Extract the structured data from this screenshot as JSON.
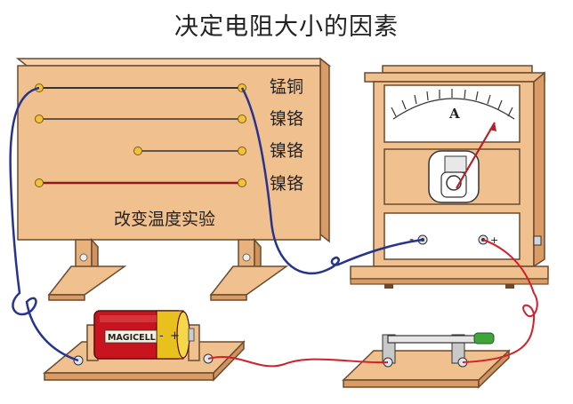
{
  "title": "决定电阻大小的因素",
  "board": {
    "wires": [
      {
        "label": "锰铜"
      },
      {
        "label": "镍铬"
      },
      {
        "label": "镍铬"
      },
      {
        "label": "镍铬"
      }
    ],
    "caption": "改变温度实验"
  },
  "ammeter": {
    "unit_label": "A",
    "neg_terminal": "-",
    "pos_terminal": "+"
  },
  "battery": {
    "brand": "MAGICELL",
    "minus_sign": "-",
    "plus_sign": "+"
  },
  "colors": {
    "wood": "#f1c08f",
    "wood_edge": "#6b4a2e",
    "blue_wire": "#27348f",
    "red_wire": "#d0202a",
    "battery_red": "#c8141e"
  }
}
